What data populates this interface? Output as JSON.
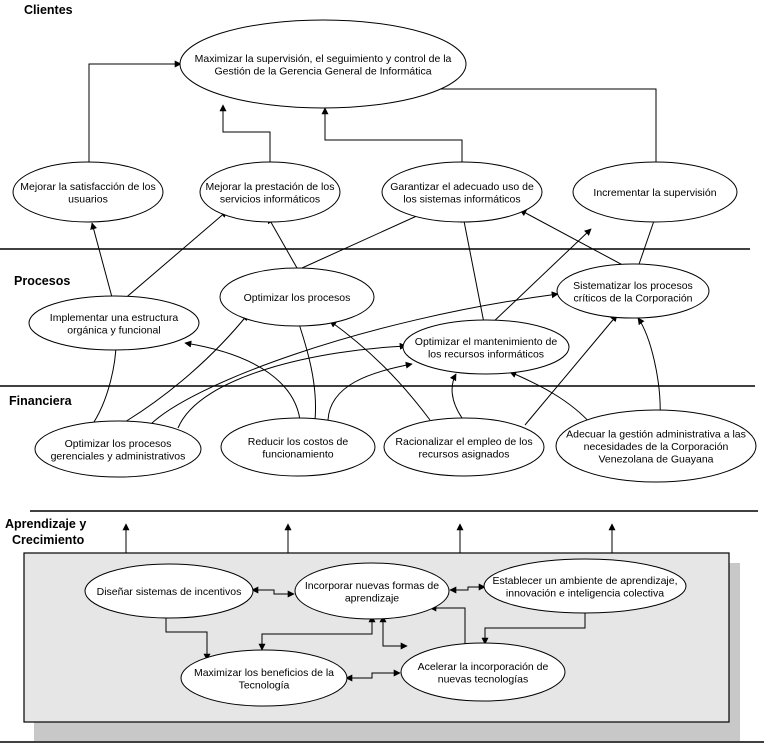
{
  "perspectives": {
    "clientes": "Clientes",
    "procesos": "Procesos",
    "financiera": "Financiera",
    "aprendizaje_line1": "Aprendizaje y",
    "aprendizaje_line2": "Crecimiento"
  },
  "nodes": {
    "maximizar_supervision": [
      "Maximizar la supervisión, el seguimiento y control de la",
      "Gestión de la Gerencia General de Informática"
    ],
    "mejorar_satisfaccion": [
      "Mejorar la satisfacción de los",
      "usuarios"
    ],
    "mejorar_prestacion": [
      "Mejorar la prestación de los",
      "servicios informáticos"
    ],
    "garantizar_uso": [
      "Garantizar  el adecuado uso de",
      "los sistemas informáticos"
    ],
    "incrementar_supervision": [
      "Incrementar la supervisión"
    ],
    "implementar_estructura": [
      "Implementar una estructura",
      "orgánica y funcional"
    ],
    "optimizar_procesos": [
      "Optimizar los procesos"
    ],
    "optimizar_mantenimiento": [
      "Optimizar el mantenimiento de",
      "los recursos informáticos"
    ],
    "sistematizar_procesos": [
      "Sistematizar los procesos",
      "críticos de la Corporación"
    ],
    "optimizar_gerenciales": [
      "Optimizar los procesos",
      "gerenciales y administrativos"
    ],
    "reducir_costos": [
      "Reducir los costos de",
      "funcionamiento"
    ],
    "racionalizar_empleo": [
      "Racionalizar el empleo de los",
      "recursos asignados"
    ],
    "adecuar_gestion": [
      "Adecuar la gestión administrativa a las",
      "necesidades de la Corporación",
      "Venezolana de Guayana"
    ],
    "disenar_incentivos": [
      "Diseñar sistemas de incentivos"
    ],
    "incorporar_aprendizaje": [
      "Incorporar nuevas formas de",
      "aprendizaje"
    ],
    "establecer_ambiente": [
      "Establecer un ambiente de aprendizaje,",
      "innovación e inteligencia colectiva"
    ],
    "maximizar_beneficios": [
      "Maximizar los beneficios de la",
      "Tecnología"
    ],
    "acelerar_incorporacion": [
      "Acelerar la incorporación de",
      "nuevas tecnologías"
    ]
  }
}
